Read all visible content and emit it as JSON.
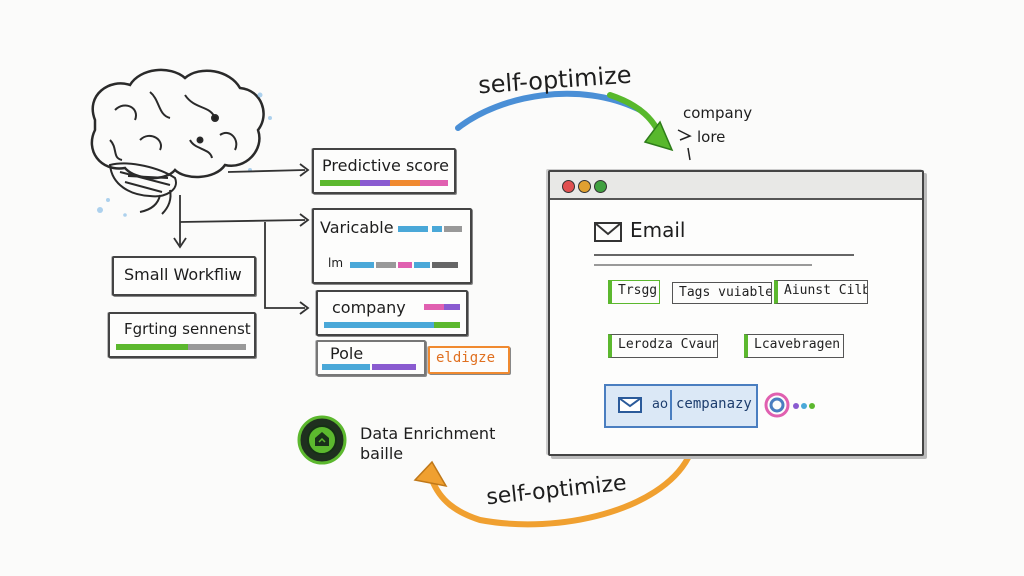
{
  "arrows": {
    "top_label": "self-optimize",
    "bottom_label": "self-optimize",
    "top_color": "#4a8fd6",
    "top_tip_color": "#58b82c",
    "bottom_color": "#f0a030"
  },
  "top_right_notes": {
    "line1": "company",
    "line2": "lore"
  },
  "left_boxes": {
    "workflow": "Small Workfliw",
    "segment": "Fgrting sennenst"
  },
  "middle_boxes": {
    "predictive": "Predictive score",
    "variable": "Varicable",
    "variable_sub": "lm",
    "company": "company",
    "role": "Pole",
    "role_tag": "eldigze"
  },
  "enrichment": {
    "line1": "Data Enrichment",
    "line2": "baille"
  },
  "window": {
    "title": "Email",
    "fields_row1": [
      "Trsgg",
      "Tags vuiable",
      "Aiunst Cilbc"
    ],
    "fields_row2": [
      "Lerodza Cvaun",
      "Lcavebragen"
    ],
    "bottom_button": "cempanazy",
    "bottom_prefix": "ao",
    "dot_colors": [
      "#e05050",
      "#e0a030",
      "#40a040"
    ]
  },
  "colors": {
    "green": "#5cb82e",
    "blue": "#4aa8d8",
    "pink": "#e060b0",
    "purple": "#8a5bd0",
    "orange": "#f08a30",
    "gray": "#999999"
  },
  "icons": [
    "brain-icon",
    "mail-icon",
    "circle-logo-icon",
    "enrichment-badge-icon"
  ]
}
